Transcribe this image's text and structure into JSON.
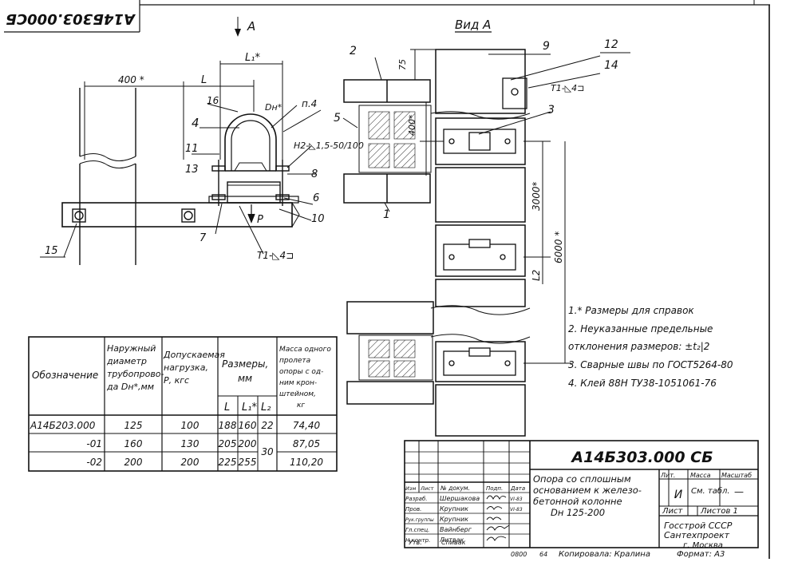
{
  "stamp_code": "А14Б303.000СБ",
  "view_arrow_label": "А",
  "view_title": "Вид А",
  "dims": {
    "d400": "400 *",
    "L": "L",
    "L1": "L₁*",
    "Dn": "Dн*",
    "p4": "п.4",
    "weld_h2": "Н2-◺1,5-50/100",
    "P": "P",
    "weld_t1": "Т1-◺4⊐",
    "d75": "75",
    "d400b": "400*",
    "d3000": "3000*",
    "d6000": "6000 *",
    "L2": "L2"
  },
  "callouts": [
    "1",
    "2",
    "3",
    "4",
    "5",
    "6",
    "7",
    "8",
    "9",
    "10",
    "11",
    "12",
    "13",
    "14",
    "15",
    "16"
  ],
  "notes": [
    "1.* Размеры для справок",
    "2. Неуказанные предельные",
    "отклонения размеров: ±t₂|2",
    "3. Сварные швы по ГОСТ5264-80",
    "4. Клей 88Н ТУ38-1051061-76"
  ],
  "spec_table": {
    "headers": {
      "designation": "Обозначение",
      "diameter": [
        "Наружный",
        "диаметр",
        "трубопрово-",
        "да Dн*,мм"
      ],
      "load": [
        "Допускаемая",
        "нагрузка,",
        "Р, кгс"
      ],
      "sizes": [
        "Размеры,",
        "мм"
      ],
      "L": "L",
      "L1": "L₁*",
      "L2": "L₂",
      "mass": [
        "Масса одного",
        "пролета",
        "опоры с од-",
        "ним крон-",
        "штейном,",
        "кг"
      ]
    },
    "rows": [
      {
        "designation": "А14Б203.000",
        "diameter": "125",
        "load": "100",
        "L": "188",
        "L1": "160",
        "L2": "22",
        "mass": "74,40"
      },
      {
        "designation": "-01",
        "diameter": "160",
        "load": "130",
        "L": "205",
        "L1": "200",
        "L2": "30",
        "mass": "87,05"
      },
      {
        "designation": "-02",
        "diameter": "200",
        "load": "200",
        "L": "225",
        "L1": "255",
        "L2": "",
        "mass": "110,20"
      }
    ]
  },
  "title_block": {
    "code": "А14Б303.000 СБ",
    "title": [
      "Опора со сплошным",
      "основанием к железо-",
      "бетонной колонне",
      "Dн 125-200"
    ],
    "lit_header": "Лит.",
    "mass_header": "Масса",
    "scale_header": "Масштаб",
    "lit_value": "И",
    "mass_value": "См. табл.",
    "scale_value": "—",
    "sheet": "Лист",
    "sheets": "Листов 1",
    "org": [
      "Госстрой СССР",
      "Сантехпроект",
      "г. Москва"
    ],
    "head": [
      "Изм",
      "Лист",
      "№ докум.",
      "Подп.",
      "Дата"
    ],
    "signers": [
      {
        "role": "Разраб.",
        "name": "Шершакова",
        "date": "VI-83"
      },
      {
        "role": "Пров.",
        "name": "Крупник",
        "date": "VI-83"
      },
      {
        "role": "Рук.группы",
        "name": "Крупник",
        "date": ""
      },
      {
        "role": "Гл.спец.",
        "name": "Вайнберг",
        "date": ""
      },
      {
        "role": "Н.контр.",
        "name": "Литвак",
        "date": ""
      },
      {
        "role": "Утв.",
        "name": "Спивак",
        "date": ""
      }
    ]
  },
  "footer": {
    "num1": "0800",
    "num2": "64",
    "copied": "Копировала: Кралина",
    "format": "Формат: А3"
  }
}
